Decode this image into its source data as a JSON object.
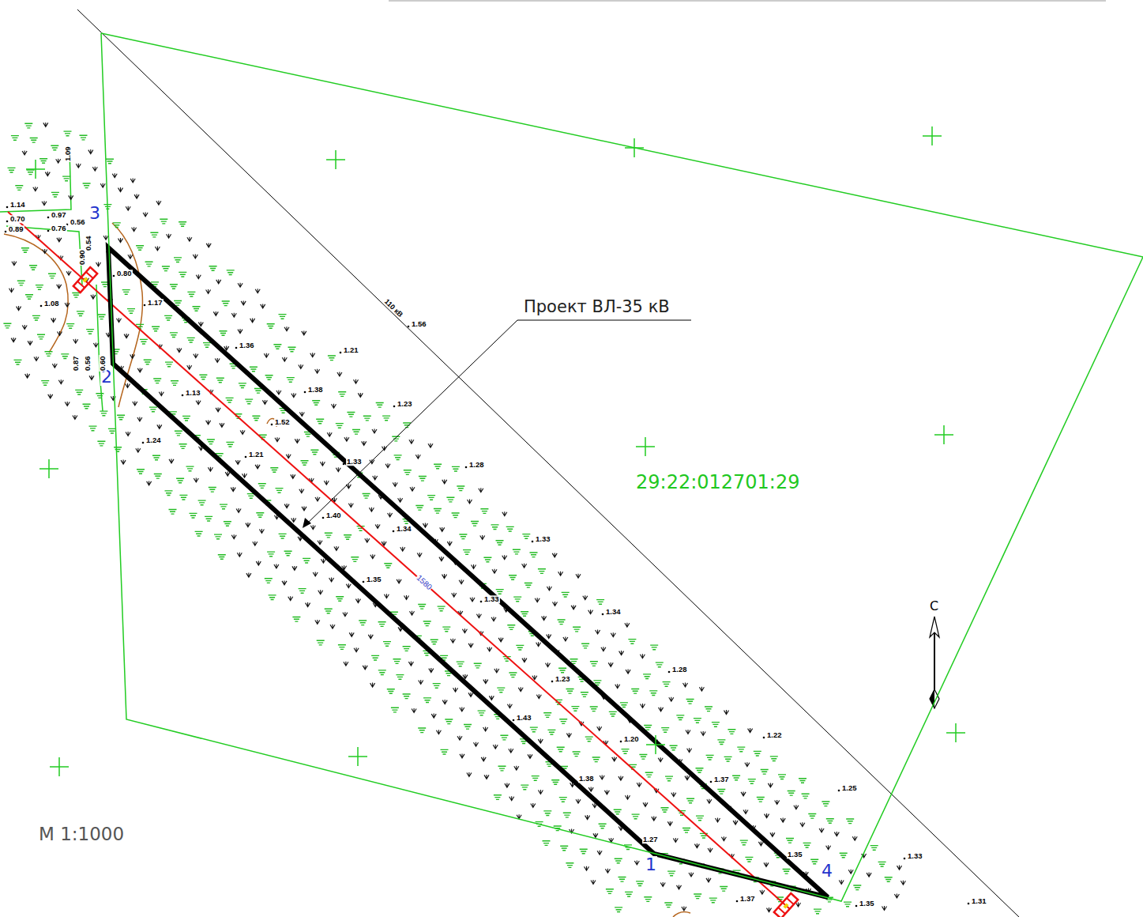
{
  "diagram": {
    "nodes": [
      {
        "text": [
          "29:22:012701:29"
        ]
      }
    ],
    "labels": [
      "Проект ВЛ-35 кВ",
      "М 1:1000",
      "С",
      "3",
      "2",
      "1",
      "4",
      "1580",
      "110 кВ",
      "1.14",
      "0.70",
      "0.89",
      "0.97",
      "0.56",
      "0.76",
      "1.09",
      "0.54",
      "0.90",
      "0.80",
      "1.08",
      "0.87",
      "0.56",
      "0.60",
      "1.17",
      "1.36",
      "1.21",
      "1.56",
      "1.38",
      "1.23",
      "1.13",
      "1.52",
      "1.24",
      "1.21",
      "1.33",
      "1.28",
      "1.40",
      "1.34",
      "1.33",
      "1.35",
      "1.33",
      "1.34",
      "1.28",
      "1.23",
      "1.43",
      "1.20",
      "1.22",
      "1.38",
      "1.37",
      "1.25",
      "1.27",
      "1.35",
      "1.33",
      "1.37",
      "1.35",
      "1.31"
    ]
  }
}
